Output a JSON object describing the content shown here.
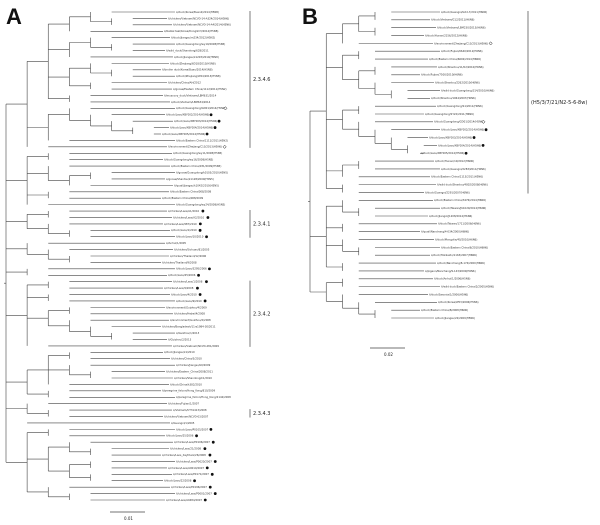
{
  "panels": [
    {
      "letter": "A",
      "scale_label": "0.01",
      "clades": [
        {
          "label": "2.3.4.6"
        },
        {
          "label": "2.3.4.1"
        },
        {
          "label": "2.3.4.2"
        },
        {
          "label": "2.3.4.3"
        }
      ],
      "leaves": [
        {
          "label": "A/duck/Korea/Buan2/2014(H5N8)",
          "marker": "none"
        },
        {
          "label": "A/chicken/Vietnam/NCVD-14-A324/2014(H5N6)",
          "marker": "none"
        },
        {
          "label": "A/chicken/Vietnam/NCVD-14-A4/2014(H5N6)",
          "marker": "none"
        },
        {
          "label": "A/baikal teal/Korea/Donglim3/2014(H5N8)",
          "marker": "none"
        },
        {
          "label": "A/duck/Jiangsu/m234/2012(H5N2)",
          "marker": "none"
        },
        {
          "label": "A/duck/Guangdong/wy19/2008(H5N5)",
          "marker": "none"
        },
        {
          "label": "A/wild_duck/Shandong/628/2011",
          "marker": "none"
        },
        {
          "label": "A/duck/Jiangsu/k1203/2010(H5N8)",
          "marker": "none"
        },
        {
          "label": "A/duck/Zhejiang/6D18/2013(H5N8)",
          "marker": "none"
        },
        {
          "label": "A/broiler duck/Korea/Buan/2014(H5N8)",
          "marker": "none"
        },
        {
          "label": "A/duck/Zhejiang/W24/2013(H5N8)",
          "marker": "none"
        },
        {
          "label": "A/chicken/China/AH/2012",
          "marker": "none"
        },
        {
          "label": "A/goose/Eastern China/1112/2011(H5N2)",
          "marker": "none"
        },
        {
          "label": "A/muscovy_duck/Vietnam/LBM631/2014",
          "marker": "none"
        },
        {
          "label": "A/duck/Vietnam/LBM634/2014",
          "marker": "none"
        },
        {
          "label": "A/duck/Guangdong/GD01/2014(H5N6)",
          "marker": "open"
        },
        {
          "label": "A/duck/Laos/XBY002/2014(H5N6)",
          "marker": "filled"
        },
        {
          "label": "A/duck/Laos/XBY003/2014(H5N6)",
          "marker": "filled"
        },
        {
          "label": "A/duck/Laos/XBY004/2014(H5N6)",
          "marker": "filled"
        },
        {
          "label": "A/duck/Laos/XBY005/2014(H5N6)",
          "marker": "filled"
        },
        {
          "label": "A/duck/Eastern China/1111/2011(H5N2)",
          "marker": "none"
        },
        {
          "label": "A/environment/Zhejiang/C13/2013(H5N6)",
          "marker": "open"
        },
        {
          "label": "A/duck/Guangdong/wy11/2008(H5N5)",
          "marker": "none"
        },
        {
          "label": "A/duck/Guangdong/wy16/2008(H5N5)",
          "marker": "none"
        },
        {
          "label": "A/duck/Eastern China/031/2009(H5N5)",
          "marker": "none"
        },
        {
          "label": "A/goose/Guangdong/k0103/2010(H5N5)",
          "marker": "none"
        },
        {
          "label": "A/goose/Shantou/k1128/2009(H5N5)",
          "marker": "none"
        },
        {
          "label": "A/quail/Jiangsu/k1042/2010(H5N5)",
          "marker": "none"
        },
        {
          "label": "A/duck/Eastern China/008/2008",
          "marker": "none"
        },
        {
          "label": "A/duck/Eastern China/008/2009",
          "marker": "none"
        },
        {
          "label": "A/duck/Guangdong/wy24/2008(H5N5)",
          "marker": "none"
        },
        {
          "label": "A/chicken/Laos/A1/2010",
          "marker": "filled"
        },
        {
          "label": "A/chicken/Laos/A2/2010",
          "marker": "filled"
        },
        {
          "label": "A/chicken/Laos/987/2010",
          "marker": "filled"
        },
        {
          "label": "A/duck/Laos/1/2010",
          "marker": "filled"
        },
        {
          "label": "A/duck/Laos/10/2010",
          "marker": "filled"
        },
        {
          "label": "A/Anhui/1/2005",
          "marker": "none"
        },
        {
          "label": "A/chicken/Sichuan/81/2005",
          "marker": "none"
        },
        {
          "label": "A/chicken/Thailand/12/2006",
          "marker": "none"
        },
        {
          "label": "A/chicken/Thailand/9/2008",
          "marker": "none"
        },
        {
          "label": "A/duck/Laos/3295/2006",
          "marker": "filled"
        },
        {
          "label": "A/duck/Laos/25/2006",
          "marker": "filled"
        },
        {
          "label": "A/chicken/Laos/1/2008",
          "marker": "filled"
        },
        {
          "label": "A/chicken/Laos/9/2008",
          "marker": "filled"
        },
        {
          "label": "A/duck/Laos/4/2010",
          "marker": "filled"
        },
        {
          "label": "A/duck/Laos/9/2010",
          "marker": "filled"
        },
        {
          "label": "A/environment/Guizhou/4/2009",
          "marker": "none"
        },
        {
          "label": "A/chicken/Hebei/4/2008",
          "marker": "none"
        },
        {
          "label": "A/environment/Guizhou/2/2008",
          "marker": "none"
        },
        {
          "label": "A/chicken/Bangladesh/11rs1984-30/2011",
          "marker": "none"
        },
        {
          "label": "A/Guizhou/1/2013",
          "marker": "none"
        },
        {
          "label": "A/Guizhou/2/2013",
          "marker": "none"
        },
        {
          "label": "A/chicken/Vietnam/NCVD-281/2009",
          "marker": "none"
        },
        {
          "label": "A/duck/Jiangsu/k1/2010",
          "marker": "none"
        },
        {
          "label": "A/chicken/China/3/2010",
          "marker": "none"
        },
        {
          "label": "A/chicken/Jiangsu/k0/2009",
          "marker": "none"
        },
        {
          "label": "A/chicken/Eastern_China/2008/2011",
          "marker": "none"
        },
        {
          "label": "A/chicken/Shandong/k1/2010",
          "marker": "none"
        },
        {
          "label": "A/duck/China/k382/2010",
          "marker": "none"
        },
        {
          "label": "A/peregrine_falcon/Hong_Kong/810/2009",
          "marker": "none"
        },
        {
          "label": "A/peregrine_falcon/Hong_Kong/2142/2008",
          "marker": "none"
        },
        {
          "label": "A/chicken/Fujian/1/2007",
          "marker": "none"
        },
        {
          "label": "A/Vietnam/UT31413/2008",
          "marker": "none"
        },
        {
          "label": "A/chicken/Vietnam/NCVD-03/2007",
          "marker": "none"
        },
        {
          "label": "A/Guangxi/1/2005",
          "marker": "none"
        },
        {
          "label": "A/duck/Laos/P0105/2007",
          "marker": "filled"
        },
        {
          "label": "A/duck/Laos/25/2006",
          "marker": "filled"
        },
        {
          "label": "A/chicken/Laos/P0106/2007",
          "marker": "filled"
        },
        {
          "label": "A/chicken/Laos/21/2008",
          "marker": "filled"
        },
        {
          "label": "A/chicken/Laos_Xaythani/26/2008",
          "marker": "filled"
        },
        {
          "label": "A/chicken/Laos/P0020/2007",
          "marker": "filled"
        },
        {
          "label": "A/chicken/Laos/A0010/2007",
          "marker": "filled"
        },
        {
          "label": "A/chicken/Laos/P0171/2007",
          "marker": "filled"
        },
        {
          "label": "A/duck/Laos/22/2008",
          "marker": "filled"
        },
        {
          "label": "A/chicken/Laos/P0196/2007",
          "marker": "filled"
        },
        {
          "label": "A/chicken/Laos/P0001/2007",
          "marker": "filled"
        },
        {
          "label": "A/chicken/Laos/A0484/2007",
          "marker": "filled"
        }
      ]
    },
    {
      "letter": "B",
      "scale_label": "0.02",
      "clades": [
        {
          "label": "(H5/3/7/21/N2-5-6-8w)"
        }
      ],
      "leaves": [
        {
          "label": "A/duck/Guangxi/GXd-7/2011(H6N6)",
          "marker": "none"
        },
        {
          "label": "A/duck/Vietnam/G12/2011(H6N6)",
          "marker": "none"
        },
        {
          "label": "A/duck/Vietnam/LBM230/2013(H6N6)",
          "marker": "none"
        },
        {
          "label": "A/duck/Hunan/2156/2012(H6N6)",
          "marker": "none"
        },
        {
          "label": "A/environment/Zhejiang/C13/2013(H5N6)",
          "marker": "open"
        },
        {
          "label": "A/duck/Fujian/6640/2012(H6N6)",
          "marker": "none"
        },
        {
          "label": "A/duck/Eastern China/6602/2014(H6N6)",
          "marker": "none"
        },
        {
          "label": "A/duck/Shantou/11/02/2010(H6N6)",
          "marker": "none"
        },
        {
          "label": "A/duck/Fujian/7500/2010(H6N6)",
          "marker": "none"
        },
        {
          "label": "A/duck/Shantou/2262/2010(H6N6)",
          "marker": "none"
        },
        {
          "label": "A/wild duck/Guangdong/314/2010(H6N6)",
          "marker": "none"
        },
        {
          "label": "A/duck/Shantou/1064/2007(H6N6)",
          "marker": "none"
        },
        {
          "label": "A/duck/Guangdong/S1/2011(H6N6)",
          "marker": "none"
        },
        {
          "label": "A/duck/Guangdong/SY22/2011(H6N6)",
          "marker": "none"
        },
        {
          "label": "A/duck/Guangdong/GD01/2014(H5N6)",
          "marker": "open"
        },
        {
          "label": "A/duck/Laos/XBY002/2014(H5N6)",
          "marker": "filled"
        },
        {
          "label": "A/duck/Laos/XBY003/2014(H5N6)",
          "marker": "filled"
        },
        {
          "label": "A/duck/Laos/XBY004/2014(H5N6)",
          "marker": "filled"
        },
        {
          "label": "A/duck/Laos/XBY005/2014(H5N6)",
          "marker": "filled"
        },
        {
          "label": "A/duck/Hunan/10/2012(H6N6)",
          "marker": "none"
        },
        {
          "label": "A/duck/Guangxi/2283/2011(H6N6)",
          "marker": "none"
        },
        {
          "label": "A/duck/Eastern China/1113/2011(H5N6)",
          "marker": "none"
        },
        {
          "label": "A/wild duck/Shantou/4802/2008(H6N6)",
          "marker": "none"
        },
        {
          "label": "A/duck/Guangxi/2291/2007(H6N6)",
          "marker": "none"
        },
        {
          "label": "A/duck/Eastern China/3476/2014(H6N6)",
          "marker": "none"
        },
        {
          "label": "A/duck/Taiwan/JK1029/2014(H6N6)",
          "marker": "none"
        },
        {
          "label": "A/duck/Jiangxi/J1208/2014(H6N6)",
          "marker": "none"
        },
        {
          "label": "A/duck/Taiwan/1711/2006(H6N6)",
          "marker": "none"
        },
        {
          "label": "A/quail/Nanchang/4-034/2000(H6N6)",
          "marker": "none"
        },
        {
          "label": "A/duck/Mongolia/40/2010(H6N6)",
          "marker": "none"
        },
        {
          "label": "A/duck/Eastern China/6/2010(H6N6)",
          "marker": "none"
        },
        {
          "label": "A/duck/Hokkaido/1163/2007(H6N6)",
          "marker": "none"
        },
        {
          "label": "A/duck/Nanchang/8-174/2000(H6N6)",
          "marker": "none"
        },
        {
          "label": "A/pigeon/Nanchang/9-143/2000(H6N6)",
          "marker": "none"
        },
        {
          "label": "A/duck/Anhui/1/2006(H5N6)",
          "marker": "none"
        },
        {
          "label": "A/wild duck/Eastern China/2/2005(H5N6)",
          "marker": "none"
        },
        {
          "label": "A/duck/Saxonia/1/2006(H5N6)",
          "marker": "none"
        },
        {
          "label": "A/duck/Korea/W53/2006(H5N6)",
          "marker": "none"
        },
        {
          "label": "A/duck/Eastern China/8/2008(H6N6)",
          "marker": "none"
        },
        {
          "label": "A/duck/Jiangsu/22/2009(H5N6)",
          "marker": "none"
        }
      ]
    }
  ]
}
